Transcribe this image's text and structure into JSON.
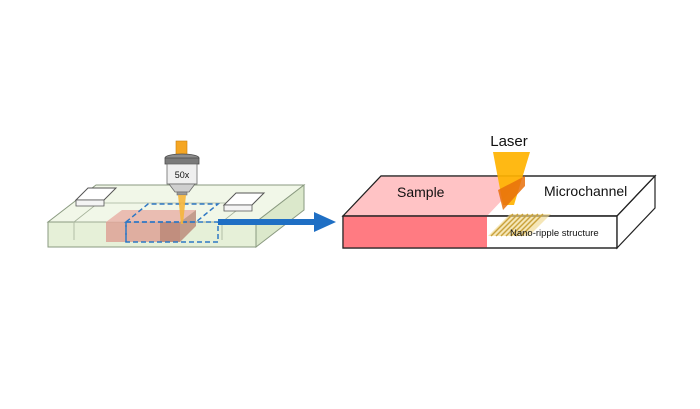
{
  "left_panel": {
    "objective_label": "50x"
  },
  "right_panel": {
    "laser_label": "Laser",
    "sample_label": "Sample",
    "microchannel_label": "Microchannel",
    "nano_ripple_label": "Nano-ripple structure"
  },
  "colors": {
    "laser": "#ffb300",
    "sample": "#ff7b82",
    "sample_top": "#ffc3c5",
    "chip_glass": "#ecf5df",
    "chip_edge": "#8a9a80",
    "dashed_box": "#2f78c4",
    "arrow": "#1f6fc4",
    "ripple": "#d9b85c"
  }
}
